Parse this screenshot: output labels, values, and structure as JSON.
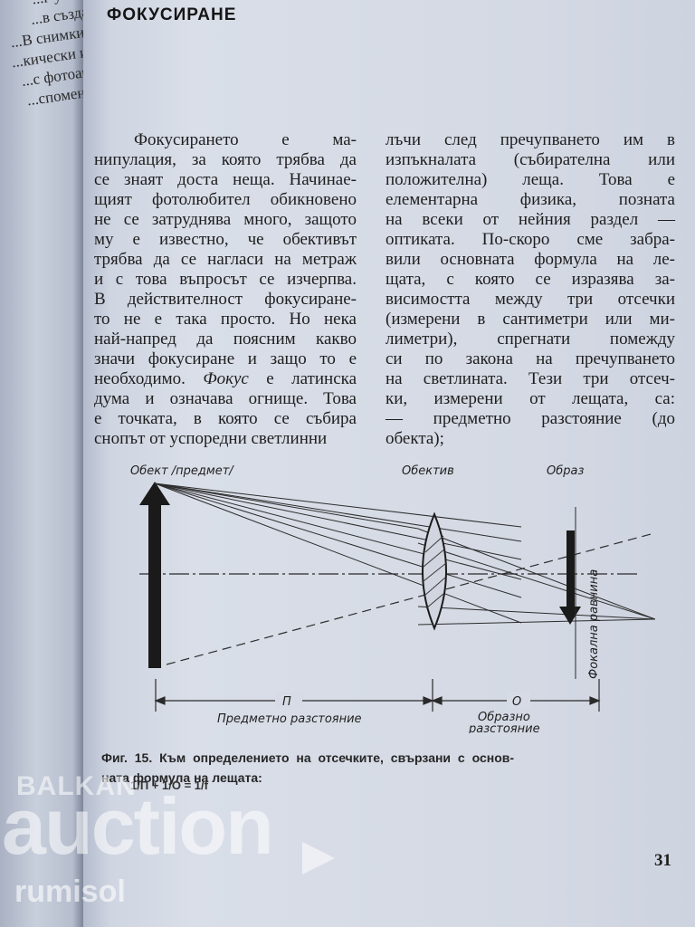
{
  "left_page": {
    "lines": [
      "...г уг ко",
      "...в създа",
      "...В снимкит",
      "...кически из",
      "...с фотоапа",
      "...споменав"
    ]
  },
  "page": {
    "title": "ФОКУСИРАНЕ",
    "left_column": [
      "Фокусирането е ма-",
      "нипулация, за която трябва да",
      "се знаят доста неща. Начинае-",
      "щият фотолюбител обикновено",
      "не се затруднява много, защото",
      "му е известно, че обективът",
      "трябва да се нагласи на метраж",
      "и с това въпросът се изчерпва.",
      "В действителност фокусиране-",
      "то не е така просто. Но нека",
      "най-напред да поясним какво",
      "значи фокусиране и защо то е",
      "необходимо.",
      "дума и означава огнище. Това",
      "е точката, в която се събира",
      "снопът от успоредни светлинни"
    ],
    "focus_word": "Фокус",
    "focus_rest": "е латинска",
    "right_column": [
      "лъчи след пречупването им в",
      "изпъкналата (събирателна или",
      "положителна) леща. Това е",
      "елементарна физика, позната",
      "на всеки от нейния раздел —",
      "оптиката. По-скоро сме забра-",
      "вили основната формула на ле-",
      "щата, с която се изразява за-",
      "висимостта между три отсечки",
      "(измерени в сантиметри или ми-",
      "лиметри), спрегнати помежду",
      "си по закона на пречупването",
      "на светлината. Тези три отсеч-",
      "ки, измерени от лещата, са:",
      "— предметно разстояние (до",
      "обекта);"
    ],
    "diagram": {
      "label_object": "Обект /предмет/",
      "label_lens": "Обектив",
      "label_image": "Образ",
      "label_focal_plane": "Фокална равнина",
      "label_p": "П",
      "label_o": "О",
      "label_object_distance": "Предметно разстояние",
      "label_image_distance_1": "Образно",
      "label_image_distance_2": "разстояние"
    },
    "caption": {
      "line1": "Фиг. 15. Към определението на отсечките, свързани с основ-",
      "line2": "ната формула на лещата:"
    },
    "formula": "1/П + 1/О = 1/f",
    "page_number": "31"
  },
  "watermark": {
    "balkan": "BALKAN",
    "auction": "auction",
    "rumisol": "rumisol"
  }
}
